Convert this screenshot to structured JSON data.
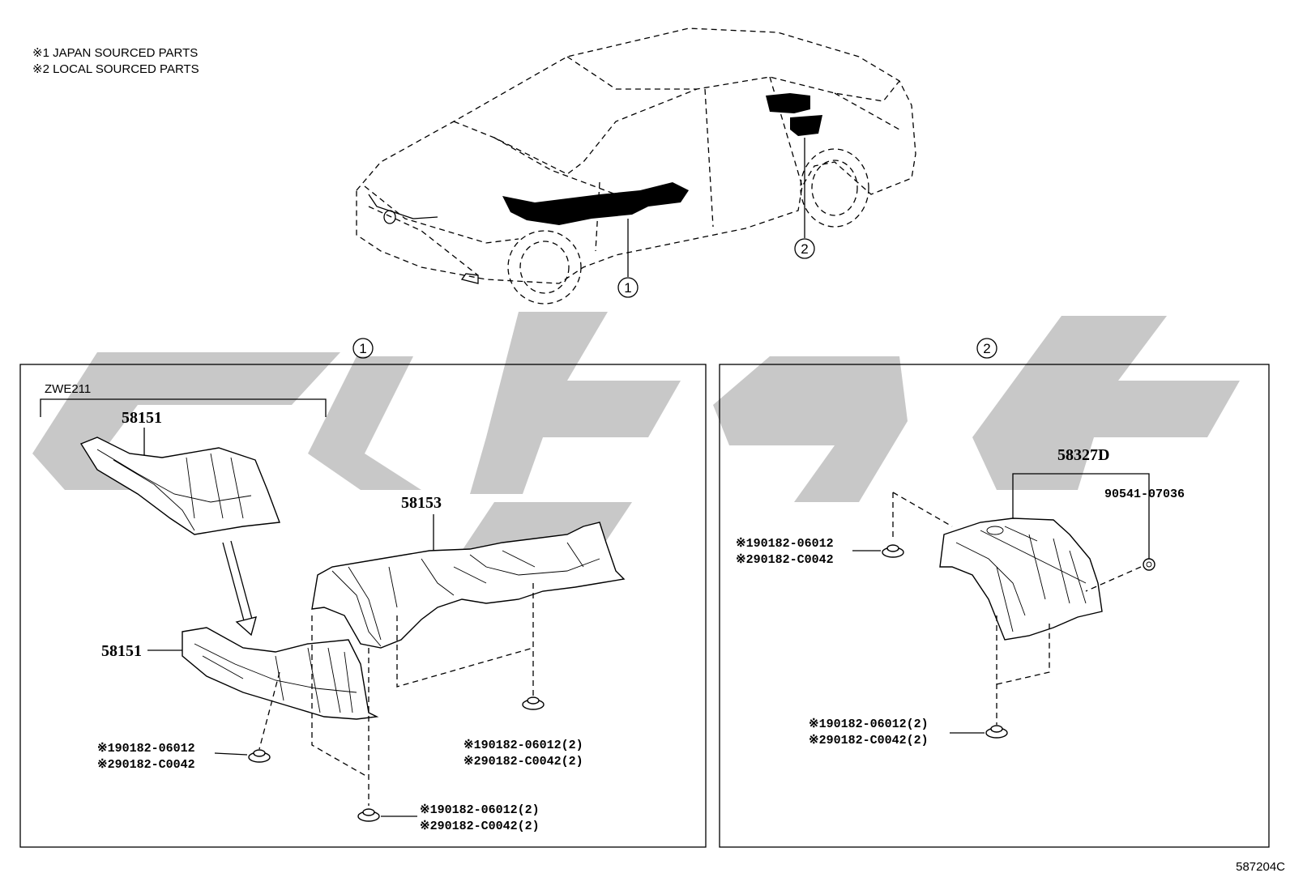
{
  "legend": {
    "line1": "※1 JAPAN SOURCED PARTS",
    "line2": "※2 LOCAL SOURCED PARTS"
  },
  "overview": {
    "callout_1": "1",
    "callout_2": "2"
  },
  "panel_1": {
    "callout": "1",
    "model_code": "ZWE211",
    "parts": {
      "upper_58151": "58151",
      "lower_58151": "58151",
      "part_58153": "58153"
    },
    "fastener_left": {
      "line1": "※190182-06012",
      "line2": "※290182-C0042"
    },
    "fastener_right": {
      "line1": "※190182-06012(2)",
      "line2": "※290182-C0042(2)"
    },
    "fastener_bottom": {
      "line1": "※190182-06012(2)",
      "line2": "※290182-C0042(2)"
    }
  },
  "panel_2": {
    "callout": "2",
    "part_58327D": "58327D",
    "part_90541": "90541-07036",
    "fastener_left": {
      "line1": "※190182-06012",
      "line2": "※290182-C0042"
    },
    "fastener_bottom": {
      "line1": "※190182-06012(2)",
      "line2": "※290182-C0042(2)"
    }
  },
  "figure_code": "587204C"
}
